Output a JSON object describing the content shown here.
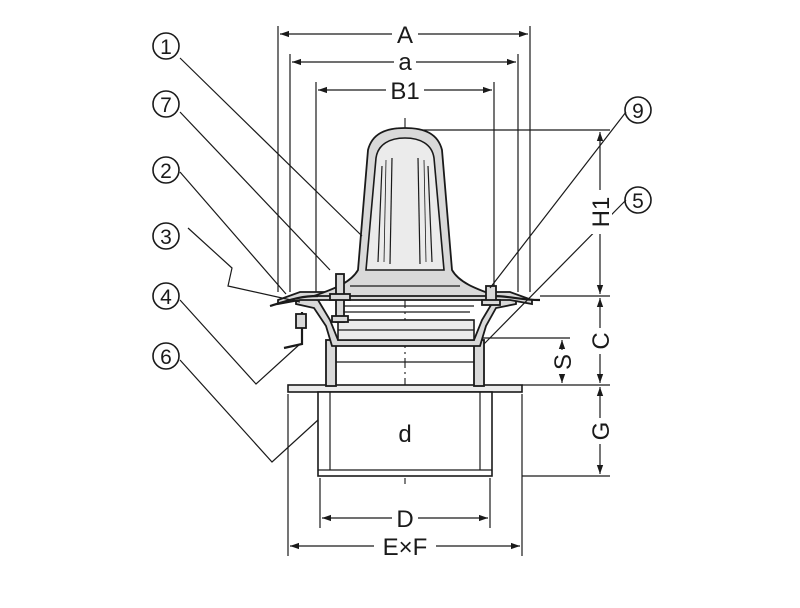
{
  "dimensions": {
    "A": "A",
    "a": "a",
    "B1": "B1",
    "H1": "H1",
    "C": "C",
    "S": "S",
    "G": "G",
    "d": "d",
    "D": "D",
    "ExF": "E×F"
  },
  "callouts": [
    "1",
    "7",
    "2",
    "3",
    "4",
    "6",
    "9",
    "5"
  ],
  "colors": {
    "line": "#1a1a1a",
    "fill": "#d9d9d9",
    "background": "#ffffff"
  }
}
